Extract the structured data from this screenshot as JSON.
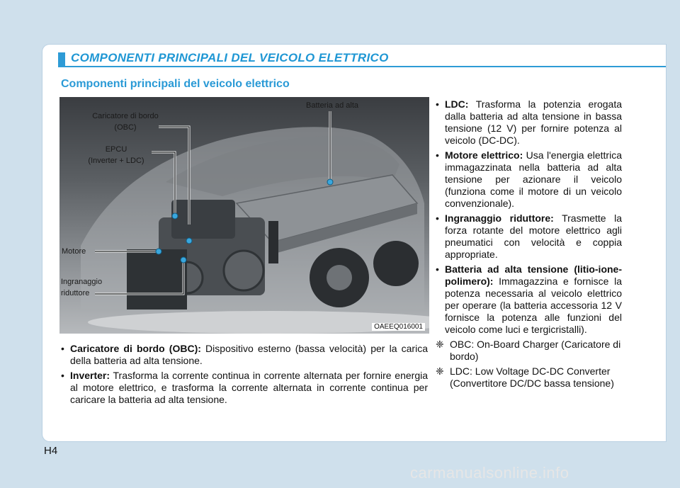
{
  "header": {
    "title": "COMPONENTI PRINCIPALI DEL VEICOLO ELETTRICO"
  },
  "section": {
    "subtitle": "Componenti principali del veicolo elettrico"
  },
  "figure": {
    "labels": {
      "obc": "Caricatore di bordo",
      "obc_abbr": "(OBC)",
      "epcu": "EPCU",
      "epcu_detail": "(Inverter + LDC)",
      "battery": "Batteria ad alta",
      "motor": "Motore",
      "gear_1": "Ingranaggio",
      "gear_2": "riduttore"
    },
    "code": "OAEEQ016001"
  },
  "left_bullets": [
    {
      "term": "Caricatore di bordo (OBC):",
      "text": " Dispositivo esterno (bassa velocità) per la carica della batteria ad alta tensione."
    },
    {
      "term": "Inverter:",
      "text": " Trasforma la corrente continua in corrente alternata per fornire energia al motore elettrico, e trasforma la corrente alternata in corrente continua per caricare la batteria ad alta tensione."
    }
  ],
  "right_bullets": [
    {
      "term": "LDC:",
      "text": " Trasforma la potenzia erogata dalla batteria ad alta tensione in bassa tensione (12 V) per fornire potenza al veicolo (DC-DC)."
    },
    {
      "term": "Motore elettrico:",
      "text": " Usa l'energia elettrica immagazzinata nella batteria ad alta tensione per azionare il veicolo (funziona come il motore di un veicolo convenzionale)."
    },
    {
      "term": "Ingranaggio riduttore:",
      "text": " Trasmette la forza rotante del motore elettrico agli pneumatici con velocità e coppia appropriate."
    },
    {
      "term": "Batteria ad alta tensione (litio-ione-polimero):",
      "text": " Immagazzina e fornisce la potenza necessaria al veicolo elettrico per operare (la batteria accessoria 12 V fornisce la potenza alle funzioni del veicolo come luci e tergicristalli)."
    }
  ],
  "notes": [
    {
      "mark": "❈",
      "text": "OBC: On-Board Charger (Caricatore di bordo)"
    },
    {
      "mark": "❈",
      "text": "LDC: Low Voltage DC-DC Converter (Convertitore DC/DC bassa tensione)"
    }
  ],
  "bullet_char": "•",
  "page_number": "H4",
  "watermark": "carmanualsonline.info",
  "colors": {
    "accent": "#2e9bd6",
    "background": "#cfe0ec",
    "marker": "#3aa7dd"
  }
}
